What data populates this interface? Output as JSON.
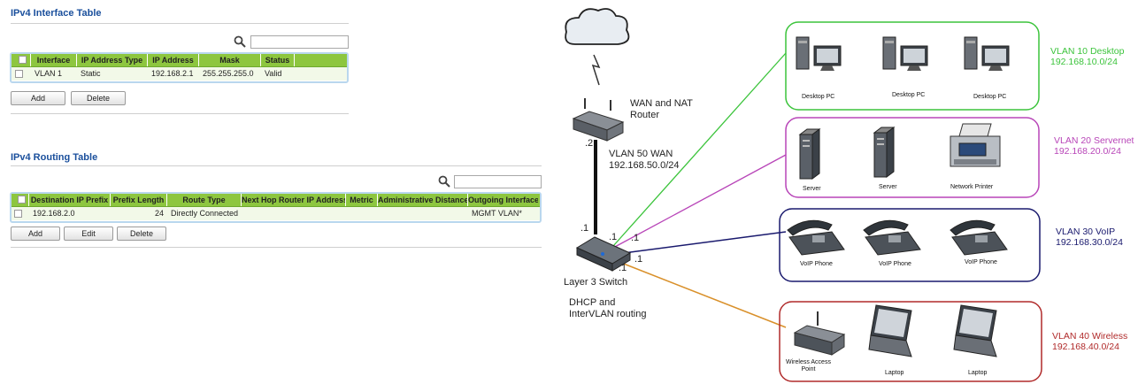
{
  "ipv4_interface": {
    "title": "IPv4 Interface Table",
    "columns": [
      "Interface",
      "IP Address Type",
      "IP Address",
      "Mask",
      "Status"
    ],
    "rows": [
      {
        "interface": "VLAN 1",
        "type": "Static",
        "ip": "192.168.2.1",
        "mask": "255.255.255.0",
        "status": "Valid"
      }
    ],
    "buttons": {
      "add": "Add",
      "delete": "Delete"
    }
  },
  "ipv4_routing": {
    "title": "IPv4 Routing Table",
    "columns": [
      "Destination IP Prefix",
      "Prefix Length",
      "Route Type",
      "Next Hop Router IP Address",
      "Metric",
      "Administrative Distance",
      "Outgoing Interface"
    ],
    "rows": [
      {
        "prefix": "192.168.2.0",
        "length": "24",
        "route_type": "Directly Connected",
        "next_hop": "",
        "metric": "",
        "admin_distance": "",
        "outgoing": "MGMT VLAN*"
      }
    ],
    "buttons": {
      "add": "Add",
      "edit": "Edit",
      "delete": "Delete"
    }
  },
  "diagram": {
    "router_label": "WAN and NAT\nRouter",
    "wan_label": "VLAN 50 WAN\n192.168.50.0/24",
    "switch_label": "Layer 3 Switch",
    "dhcp_label": "DHCP and\nInterVLAN routing",
    "port_labels": {
      "router_port": ".2",
      "switch_up": ".1",
      "sw_a": ".1",
      "sw_b": ".1",
      "sw_c": ".1",
      "sw_d": ".1"
    },
    "vlans": [
      {
        "name": "VLAN 10 Desktop",
        "subnet": "192.168.10.0/24",
        "color": "#3cc43c",
        "devices": [
          "Desktop PC",
          "Desktop PC",
          "Desktop PC"
        ]
      },
      {
        "name": "VLAN 20 Servernet",
        "subnet": "192.168.20.0/24",
        "color": "#b845b8",
        "devices": [
          "Server",
          "Server",
          "Network Printer"
        ]
      },
      {
        "name": "VLAN 30 VoIP",
        "subnet": "192.168.30.0/24",
        "color": "#1a1a6e",
        "devices": [
          "VoIP Phone",
          "VoIP Phone",
          "VoIP Phone"
        ]
      },
      {
        "name": "VLAN 40  Wireless",
        "subnet": "192.168.40.0/24",
        "color": "#b02a2a",
        "devices": [
          "Wireless Access\nPoint",
          "Laptop",
          "Laptop"
        ]
      }
    ]
  },
  "colors": {
    "table_header": "#8dc63f",
    "section_title": "#1a4f9c",
    "wan_link": "#111111",
    "vlan40_link": "#d9902a"
  }
}
